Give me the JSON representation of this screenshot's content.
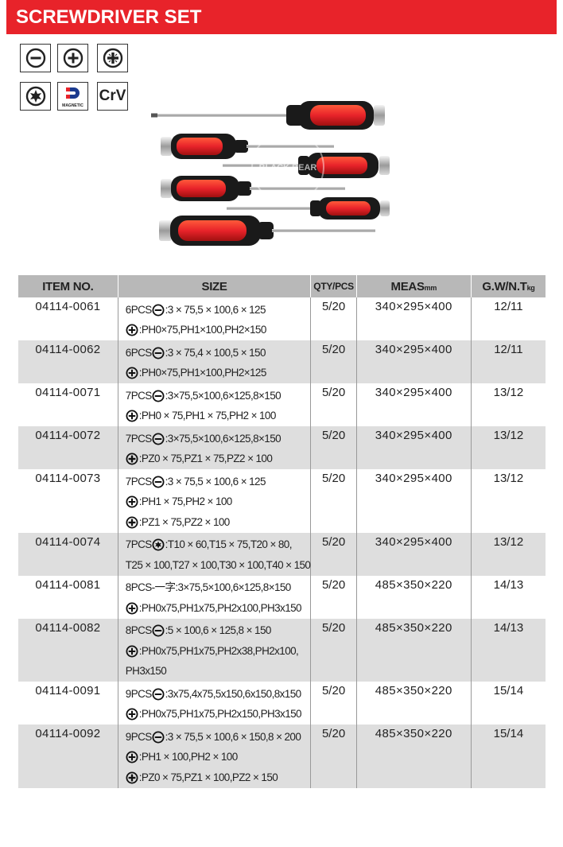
{
  "header": {
    "title": "SCREWDRIVER SET"
  },
  "feature_icons": [
    {
      "icon": "slotted-tip-icon"
    },
    {
      "icon": "phillips-tip-icon"
    },
    {
      "icon": "pozidriv-tip-icon"
    },
    {
      "icon": "torx-tip-icon"
    },
    {
      "icon": "magnetic-tip-icon",
      "label": "MAGNETIC"
    },
    {
      "icon": "crv-steel-icon",
      "label": "CrV"
    }
  ],
  "photo": {
    "watermark": "BLACK BEAR"
  },
  "colors": {
    "brand_red": "#e8232a",
    "header_grey": "#b8b8b8",
    "row_shade": "#dedede"
  },
  "table": {
    "headers": {
      "item": "ITEM NO.",
      "size": "SIZE",
      "qty": "QTY/PCS",
      "meas": "MEAS",
      "meas_unit": "mm",
      "gw": "G.W/N.T",
      "gw_unit": "kg"
    },
    "rows": [
      {
        "item": "04114-0061",
        "qty": "5/20",
        "meas": "340×295×400",
        "gw": "12/11",
        "lines": [
          {
            "prefix": "6PCS",
            "icon": "slotted",
            "text": ":3 × 75,5 × 100,6 × 125"
          },
          {
            "prefix": "",
            "icon": "phillips",
            "text": ":PH0×75,PH1×100,PH2×150"
          }
        ]
      },
      {
        "item": "04114-0062",
        "qty": "5/20",
        "meas": "340×295×400",
        "gw": "12/11",
        "lines": [
          {
            "prefix": "6PCS",
            "icon": "slotted",
            "text": ":3 × 75,4 × 100,5 × 150"
          },
          {
            "prefix": "",
            "icon": "phillips",
            "text": ":PH0×75,PH1×100,PH2×125"
          }
        ]
      },
      {
        "item": "04114-0071",
        "qty": "5/20",
        "meas": "340×295×400",
        "gw": "13/12",
        "lines": [
          {
            "prefix": "7PCS",
            "icon": "slotted",
            "text": ":3×75,5×100,6×125,8×150"
          },
          {
            "prefix": "",
            "icon": "phillips",
            "text": ":PH0 × 75,PH1 × 75,PH2 × 100"
          }
        ]
      },
      {
        "item": "04114-0072",
        "qty": "5/20",
        "meas": "340×295×400",
        "gw": "13/12",
        "lines": [
          {
            "prefix": "7PCS",
            "icon": "slotted",
            "text": ":3×75,5×100,6×125,8×150"
          },
          {
            "prefix": "",
            "icon": "pozidriv",
            "text": ":PZ0 × 75,PZ1 × 75,PZ2 × 100"
          }
        ]
      },
      {
        "item": "04114-0073",
        "qty": "5/20",
        "meas": "340×295×400",
        "gw": "13/12",
        "lines": [
          {
            "prefix": "7PCS ",
            "icon": "slotted",
            "text": ":3 × 75,5 × 100,6 × 125"
          },
          {
            "prefix": "",
            "icon": "phillips",
            "text": ":PH1 × 75,PH2 × 100"
          },
          {
            "prefix": "",
            "icon": "pozidriv",
            "text": ":PZ1 × 75,PZ2 × 100"
          }
        ]
      },
      {
        "item": "04114-0074",
        "qty": "5/20",
        "meas": "340×295×400",
        "gw": "13/12",
        "lines": [
          {
            "prefix": "7PCS",
            "icon": "torx",
            "text": ":T10 × 60,T15 × 75,T20 × 80,"
          },
          {
            "prefix": "",
            "icon": "",
            "text": "T25 × 100,T27 × 100,T30 × 100,T40 × 150"
          }
        ]
      },
      {
        "item": "04114-0081",
        "qty": "5/20",
        "meas": "485×350×220",
        "gw": "14/13",
        "lines": [
          {
            "prefix": "8PCS-一字",
            "icon": "",
            "text": ":3×75,5×100,6×125,8×150"
          },
          {
            "prefix": "",
            "icon": "phillips",
            "text": ":PH0x75,PH1x75,PH2x100,PH3x150"
          }
        ]
      },
      {
        "item": "04114-0082",
        "qty": "5/20",
        "meas": "485×350×220",
        "gw": "14/13",
        "lines": [
          {
            "prefix": "8PCS ",
            "icon": "slotted",
            "text": ":5 × 100,6 × 125,8 × 150"
          },
          {
            "prefix": "",
            "icon": "phillips",
            "text": ":PH0x75,PH1x75,PH2x38,PH2x100,"
          },
          {
            "prefix": "",
            "icon": "",
            "text": "PH3x150"
          }
        ]
      },
      {
        "item": "04114-0091",
        "qty": "5/20",
        "meas": "485×350×220",
        "gw": "15/14",
        "lines": [
          {
            "prefix": "9PCS",
            "icon": "slotted",
            "text": ":3x75,4x75,5x150,6x150,8x150"
          },
          {
            "prefix": "",
            "icon": "phillips",
            "text": ":PH0x75,PH1x75,PH2x150,PH3x150"
          }
        ]
      },
      {
        "item": "04114-0092",
        "qty": "5/20",
        "meas": "485×350×220",
        "gw": "15/14",
        "lines": [
          {
            "prefix": "9PCS",
            "icon": "slotted",
            "text": ":3 × 75,5 × 100,6 × 150,8 × 200"
          },
          {
            "prefix": "",
            "icon": "phillips",
            "text": " :PH1 × 100,PH2 × 100"
          },
          {
            "prefix": "",
            "icon": "pozidriv",
            "text": ":PZ0 × 75,PZ1 × 100,PZ2 × 150"
          }
        ]
      }
    ]
  }
}
